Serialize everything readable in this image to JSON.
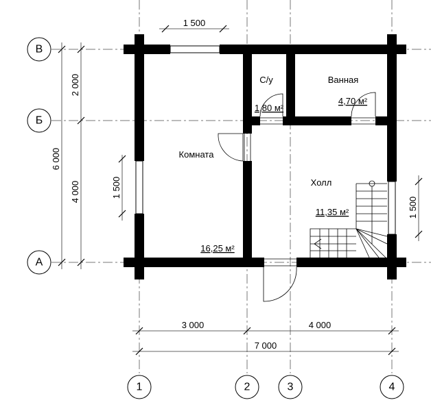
{
  "axes": {
    "rows": [
      "В",
      "Б",
      "А"
    ],
    "columns": [
      "1",
      "2",
      "3",
      "4"
    ]
  },
  "dimensions": {
    "left_total": "6 000",
    "left_upper": "2 000",
    "left_lower": "4 000",
    "bottom_left": "3 000",
    "bottom_right": "4 000",
    "bottom_total": "7 000",
    "top_window": "1 500",
    "left_window": "1 500",
    "right_window": "1 500"
  },
  "rooms": {
    "komnata": {
      "name": "Комната",
      "area": "16,25 м²"
    },
    "su": {
      "name": "С/у",
      "area": "1,80 м²"
    },
    "vannaya": {
      "name": "Ванная",
      "area": "4,70 м²"
    },
    "holl": {
      "name": "Холл",
      "area": "11,35 м²"
    }
  }
}
